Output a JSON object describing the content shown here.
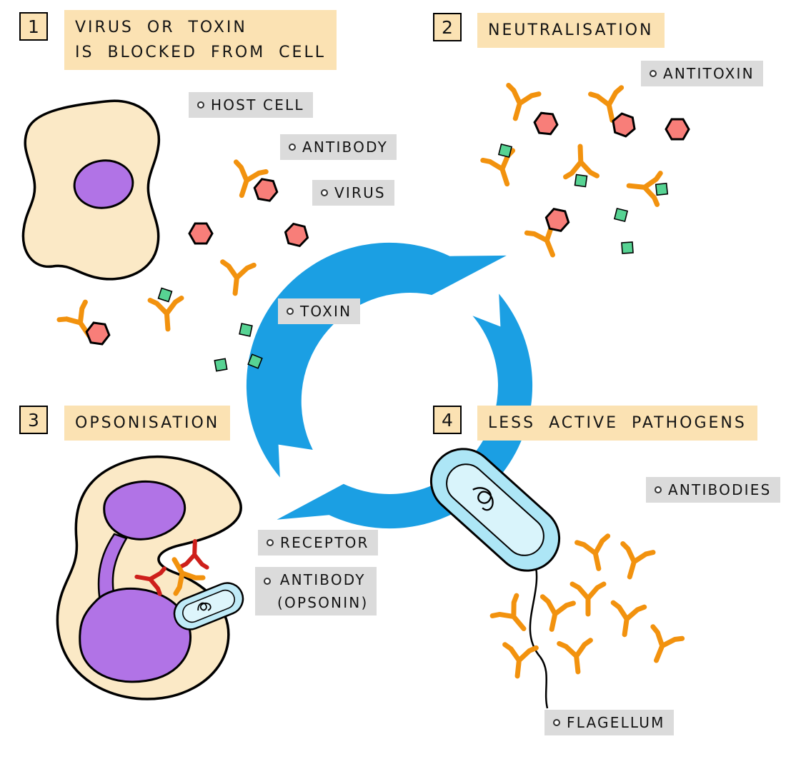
{
  "panels": [
    {
      "number": "1",
      "title_lines": [
        "VIRUS OR TOXIN",
        "IS BLOCKED FROM CELL"
      ]
    },
    {
      "number": "2",
      "title": "NEUTRALISATION"
    },
    {
      "number": "3",
      "title": "OPSONISATION"
    },
    {
      "number": "4",
      "title": "LESS ACTIVE PATHOGENS"
    }
  ],
  "labels": {
    "host_cell": "HOST CELL",
    "antibody": "ANTIBODY",
    "virus": "VIRUS",
    "toxin": "TOXIN",
    "antitoxin": "ANTITOXIN",
    "receptor": "RECEPTOR",
    "antibody_opsonin": [
      "ANTIBODY",
      "(OPSONIN)"
    ],
    "antibodies": "ANTIBODIES",
    "flagellum": "FLAGELLUM"
  },
  "colors": {
    "panel_box_bg": "#FBE2B3",
    "tag_bg": "#DBDBDB",
    "cycle_blue": "#1B9FE3",
    "antibody_orange": "#F2920E",
    "virus_red": "#F87E79",
    "toxin_green": "#57D393",
    "cell_cream": "#FBE9C6",
    "nucleus_purple": "#B173E6",
    "receptor_red": "#CE1F1B",
    "bacterium_blue": "#ADE6F6",
    "bacterium_inner_blue": "#D9F4FB"
  },
  "icons": {
    "tag-hole-icon": "punched hole dot on label tag",
    "antibody-icon": "orange Y-shaped antibody",
    "virus-icon": "red hexagon virus particle",
    "toxin-icon": "green square toxin molecule",
    "receptor-icon": "red Y-shaped membrane receptor",
    "cycle-arrows-icon": "blue circular process arrows"
  }
}
